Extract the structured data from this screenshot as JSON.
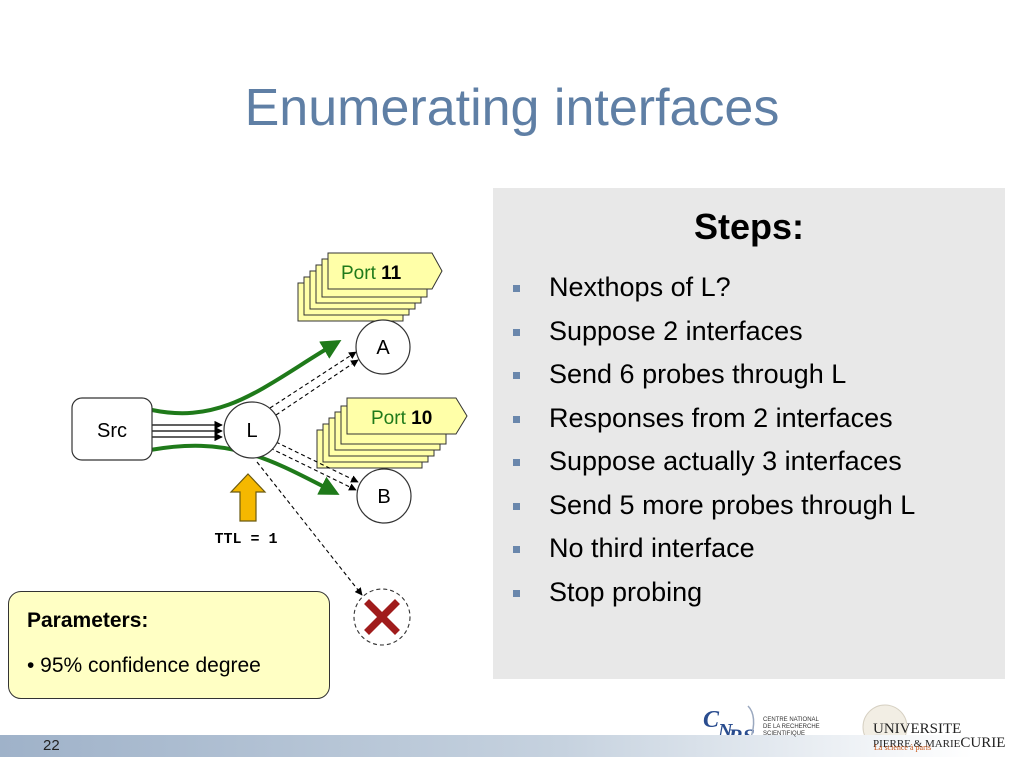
{
  "slide": {
    "title": "Enumerating interfaces",
    "page_number": "22"
  },
  "steps": {
    "title": "Steps:",
    "items": [
      "Nexthops of L?",
      "Suppose 2 interfaces",
      "Send 6 probes through L",
      "Responses from 2 interfaces",
      "Suppose actually 3 interfaces",
      "Send 5 more probes through L",
      "No third interface",
      "Stop probing"
    ]
  },
  "diagram": {
    "nodes": {
      "src": "Src",
      "l": "L",
      "a": "A",
      "b": "B"
    },
    "port_a_prefix": "Port ",
    "port_a_number": "11",
    "port_b_prefix": "Port ",
    "port_b_number": "10",
    "ttl_label": "TTL = 1",
    "colors": {
      "path": "#1f7a1a",
      "arrow": "#f5b800",
      "cross": "#a01c1c",
      "label_bg": "#ffffa8"
    }
  },
  "parameters": {
    "title": "Parameters:",
    "item": "• 95% confidence degree"
  },
  "logos": {
    "cnrs_mark": "CNRS",
    "cnrs_line1": "CENTRE NATIONAL",
    "cnrs_line2": "DE LA RECHERCHE",
    "cnrs_line3": "SCIENTIFIQUE",
    "upmc_line1": "UNIVERSITE",
    "upmc_line2a": "PIERRE & MARIE",
    "upmc_line2b": "CURIE",
    "upmc_tagline": "La science à paris"
  }
}
